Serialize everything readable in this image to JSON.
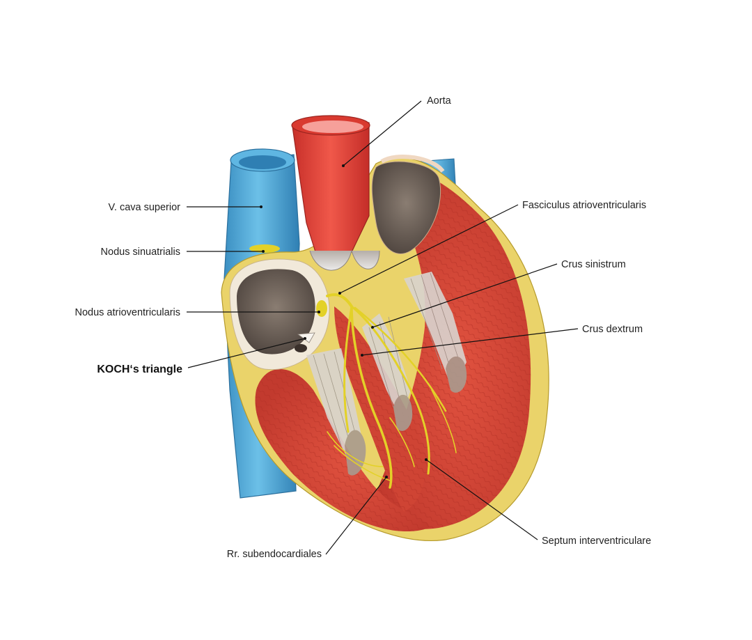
{
  "labels": {
    "aorta": "Aorta",
    "v_cava_superior": "V. cava superior",
    "nodus_sinuatrialis": "Nodus sinuatrialis",
    "nodus_atrioventricularis": "Nodus atrioventricularis",
    "koch_triangle": "KOCH‘s triangle",
    "fasciculus_atrioventricularis": "Fasciculus atrioventricularis",
    "crus_sinistrum": "Crus sinistrum",
    "crus_dextrum": "Crus dextrum",
    "septum_interventriculare": "Septum interventriculare",
    "rr_subendocardiales": "Rr. subendocardiales"
  },
  "colors": {
    "vein_blue": "#4aa6d6",
    "aorta_red": "#e8453b",
    "myocardium_red": "#d9483a",
    "fat_yellow": "#ead36a",
    "conduction_yellow": "#e3d128",
    "valve_grey": "#7a6f66"
  }
}
